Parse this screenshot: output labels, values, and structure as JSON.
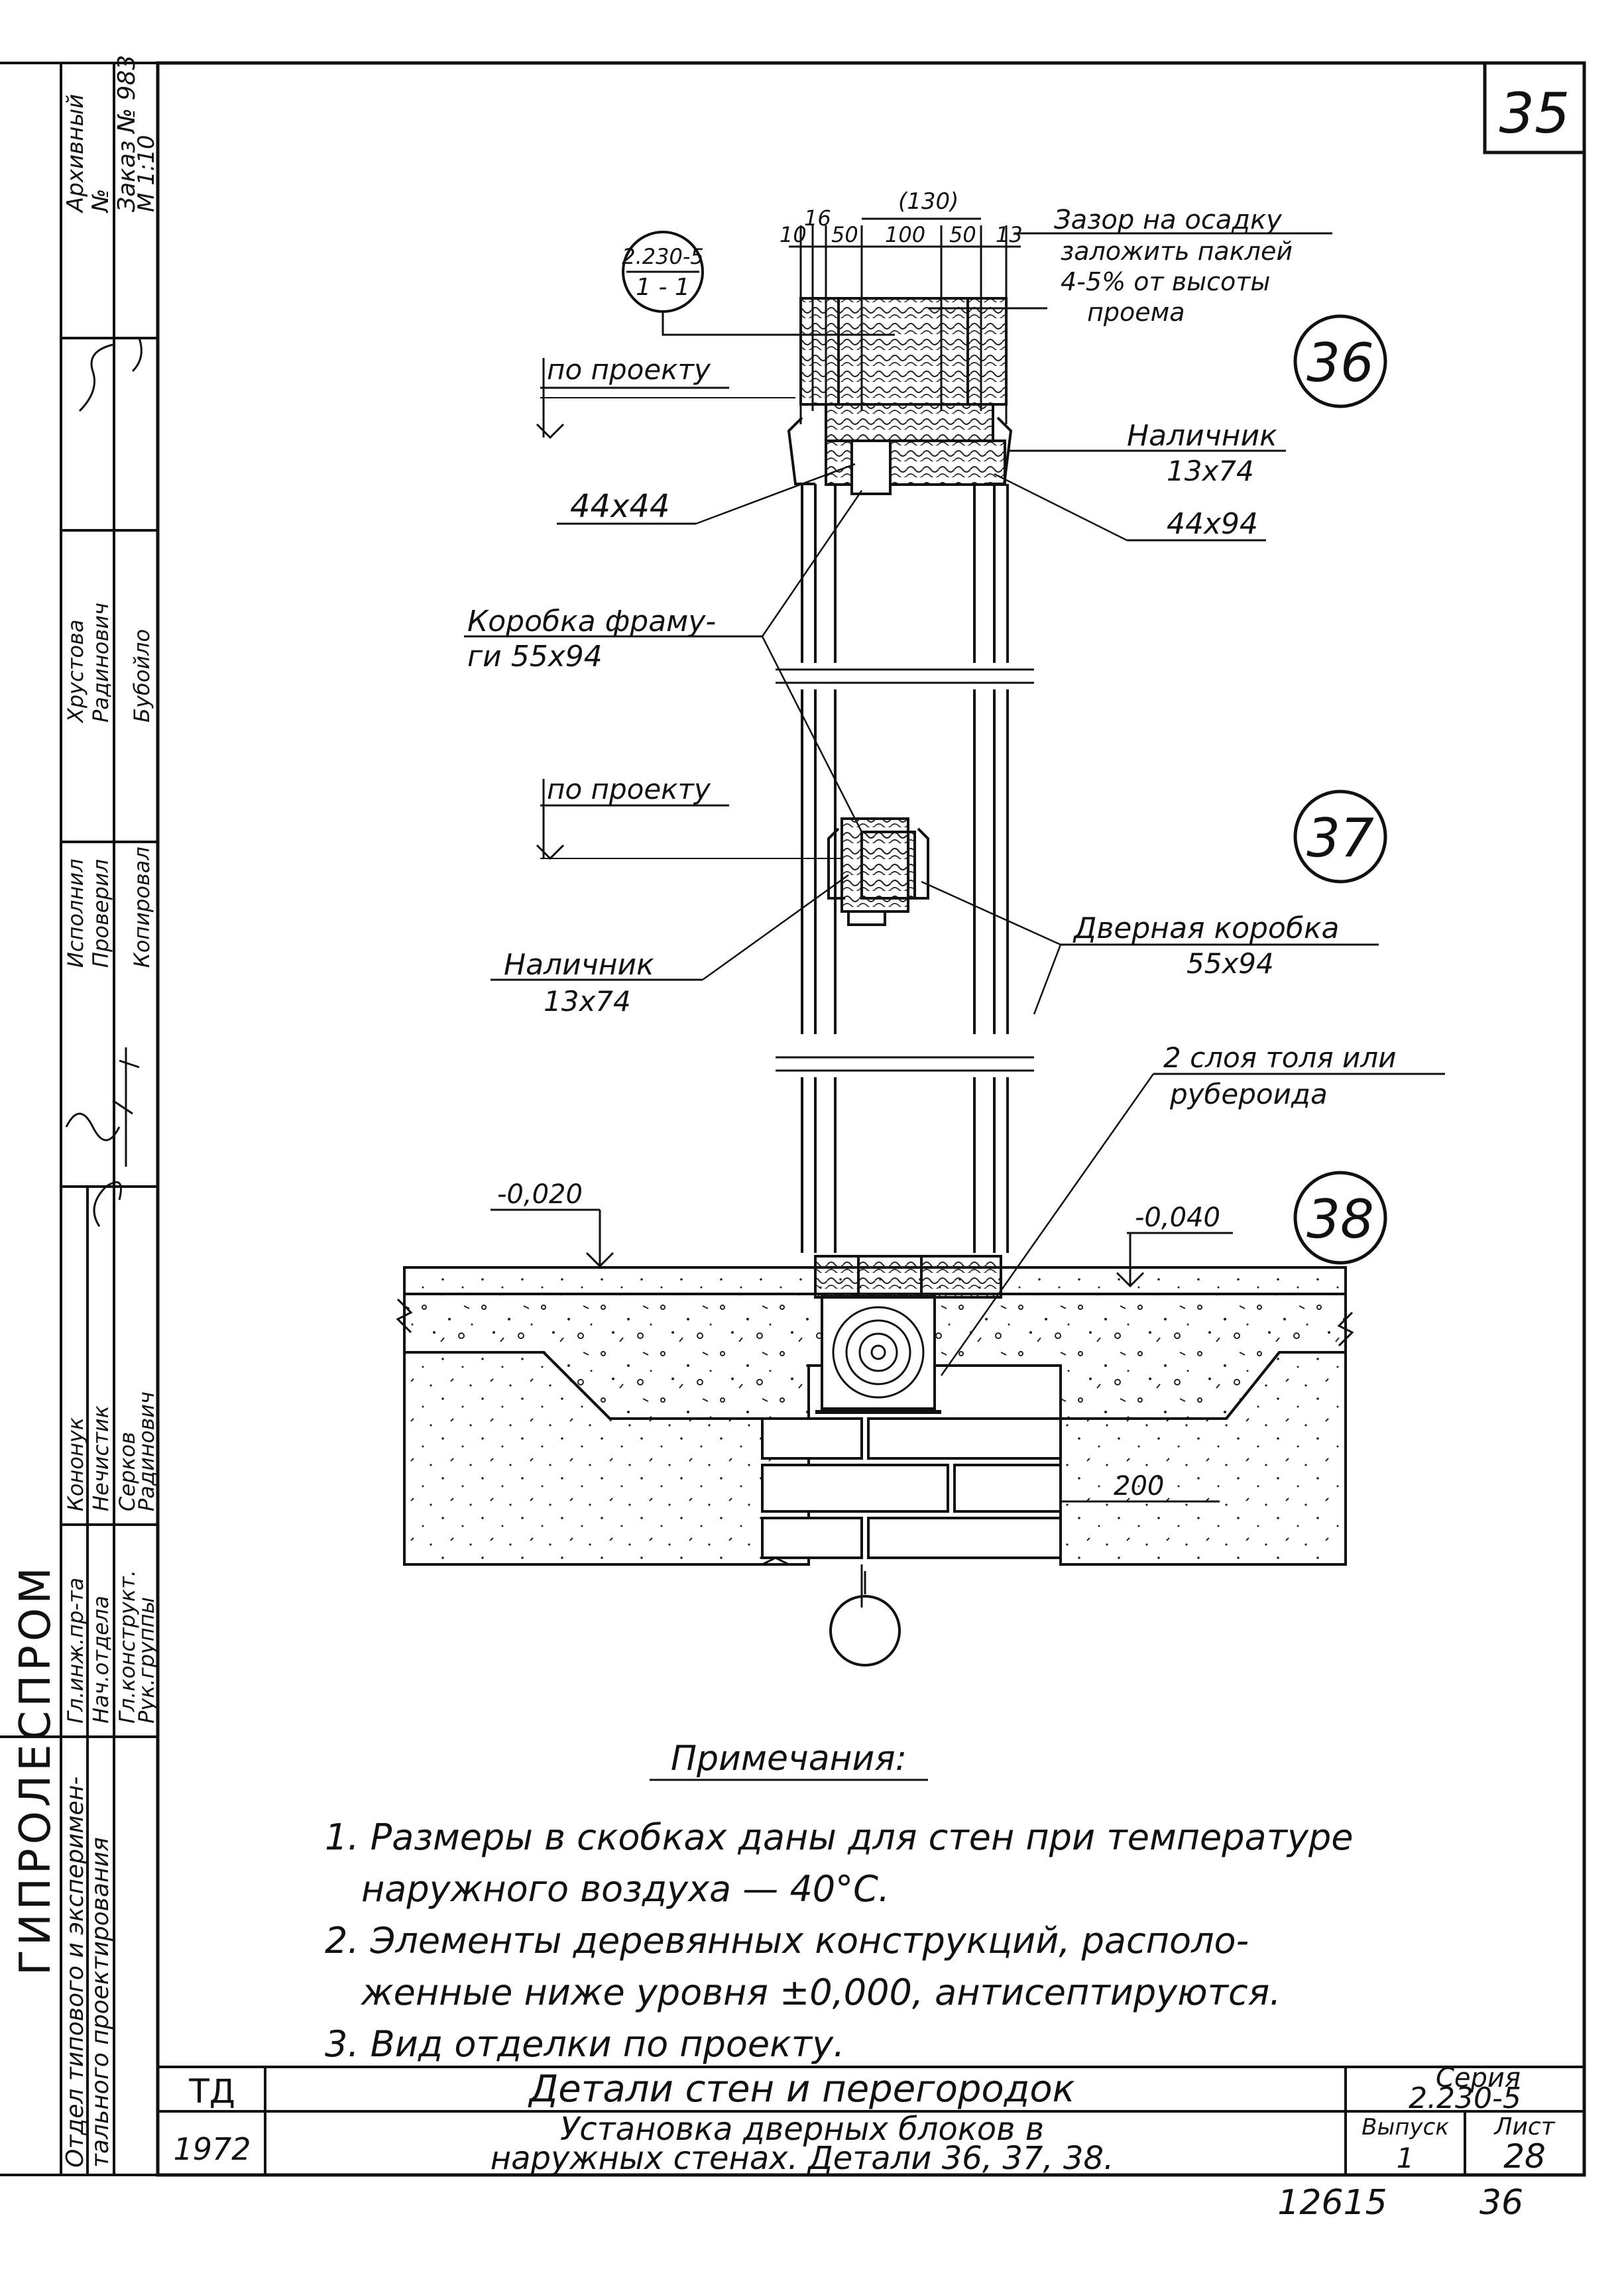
{
  "sheet_number": "35",
  "stamp": {
    "org": "ГИПРОЛЕСПРОМ",
    "dept_line1": "Отдел типового и эксперимен-",
    "dept_line2": "тального проектирования",
    "roles": [
      "Гл.инж.пр-та",
      "Нач.отдела",
      "Гл.конструкт.",
      "Рук.группы"
    ],
    "names": [
      "Кононук",
      "Нечистик",
      "Серков",
      "Радинович"
    ],
    "roles2": [
      "Исполнил",
      "Проверил",
      "Копировал"
    ],
    "names2": [
      "Хрустова",
      "Радинович",
      "Бубойло"
    ],
    "archive": "Архивный",
    "no": "№",
    "order": "Заказ № 983",
    "scale": "М 1:10"
  },
  "drawing": {
    "ref_top": "2.230-5",
    "ref_bottom": "1 - 1",
    "dims": {
      "d10": "10",
      "d16": "16",
      "d50a": "50",
      "d130": "(130)",
      "d100": "100",
      "d50b": "50",
      "d13": "13",
      "d200": "200"
    },
    "gap_note": [
      "Зазор на осадку",
      "заложить паклей",
      "4-5% от высоты",
      "проема"
    ],
    "by_project_1": "по проекту",
    "by_project_2": "по проекту",
    "label_44x44": "44x44",
    "trim_top": [
      "Наличник",
      "13x74"
    ],
    "label_44x94": "44x94",
    "transom_frame": [
      "Коробка фраму-",
      "ги 55x94"
    ],
    "trim_mid": [
      "Наличник",
      "13x74"
    ],
    "door_frame": [
      "Дверная коробка",
      "55x94"
    ],
    "two_layers": [
      "2 слоя толя или",
      "рубероида"
    ],
    "level_1": "-0,020",
    "level_2": "-0,040",
    "detail_36": "36",
    "detail_37": "37",
    "detail_38": "38"
  },
  "notes": {
    "title": "Примечания:",
    "items": [
      "1. Размеры в скобках даны для стен при температуре",
      "наружного воздуха — 40°С.",
      "2. Элементы деревянных конструкций, располо-",
      "женные ниже уровня ±0,000, антисептируются.",
      "3. Вид отделки по проекту."
    ]
  },
  "title_block": {
    "code": "ТД",
    "year": "1972",
    "title": "Детали стен и перегородок",
    "subtitle_1": "Установка дверных блоков в",
    "subtitle_2": "наружных стенах. Детали 36, 37, 38.",
    "series_label": "Серия",
    "series_value": "2.230-5",
    "issue_label": "Выпуск",
    "issue_value": "1",
    "sheet_label": "Лист",
    "sheet_value": "28"
  },
  "footer": {
    "number": "12615",
    "page": "36"
  }
}
